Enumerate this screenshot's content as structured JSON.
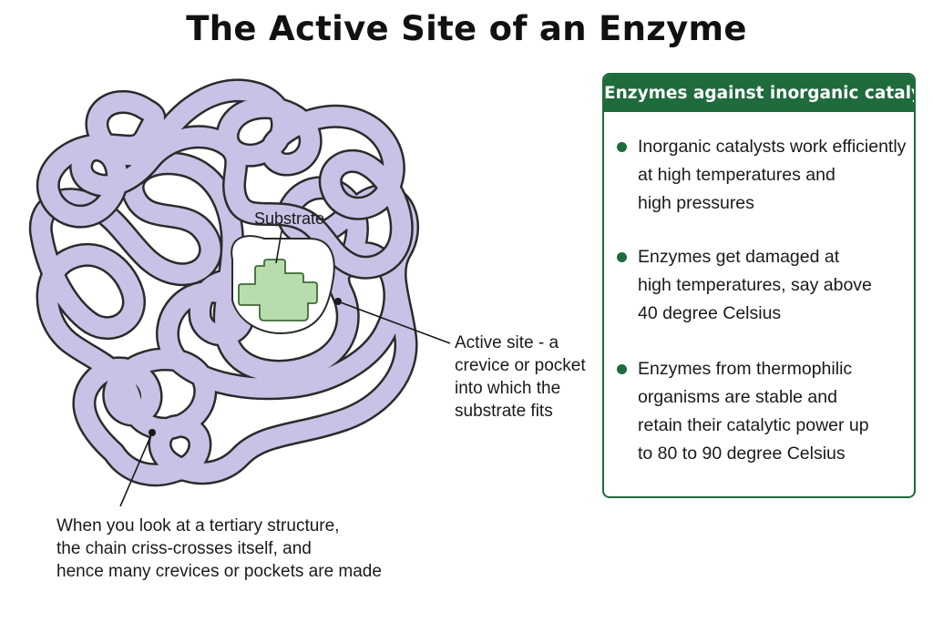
{
  "title": "The Active Site of an Enzyme",
  "diagram": {
    "substrate_label": "Substrate",
    "active_site_label": [
      "Active site - a",
      "crevice or pocket",
      "into which the",
      "substrate fits"
    ],
    "tertiary_label": [
      "When you look at a tertiary structure,",
      "the chain criss-crosses itself, and",
      "hence many crevices or pockets are made"
    ],
    "colors": {
      "chain_fill": "#c9c2e6",
      "chain_outline": "#2b2b2b",
      "substrate_fill": "#b9dcae",
      "substrate_outline": "#3d6b35"
    }
  },
  "panel": {
    "header": "Enzymes against inorganic catalysts",
    "accent_color": "#1e6b3c",
    "items": [
      [
        "Inorganic catalysts work efficiently",
        "at high temperatures and",
        "high pressures"
      ],
      [
        "Enzymes get damaged at",
        "high temperatures, say above",
        "40 degree Celsius"
      ],
      [
        "Enzymes from thermophilic",
        "organisms are stable and",
        "retain their catalytic power up",
        "to 80 to 90 degree Celsius"
      ]
    ]
  }
}
